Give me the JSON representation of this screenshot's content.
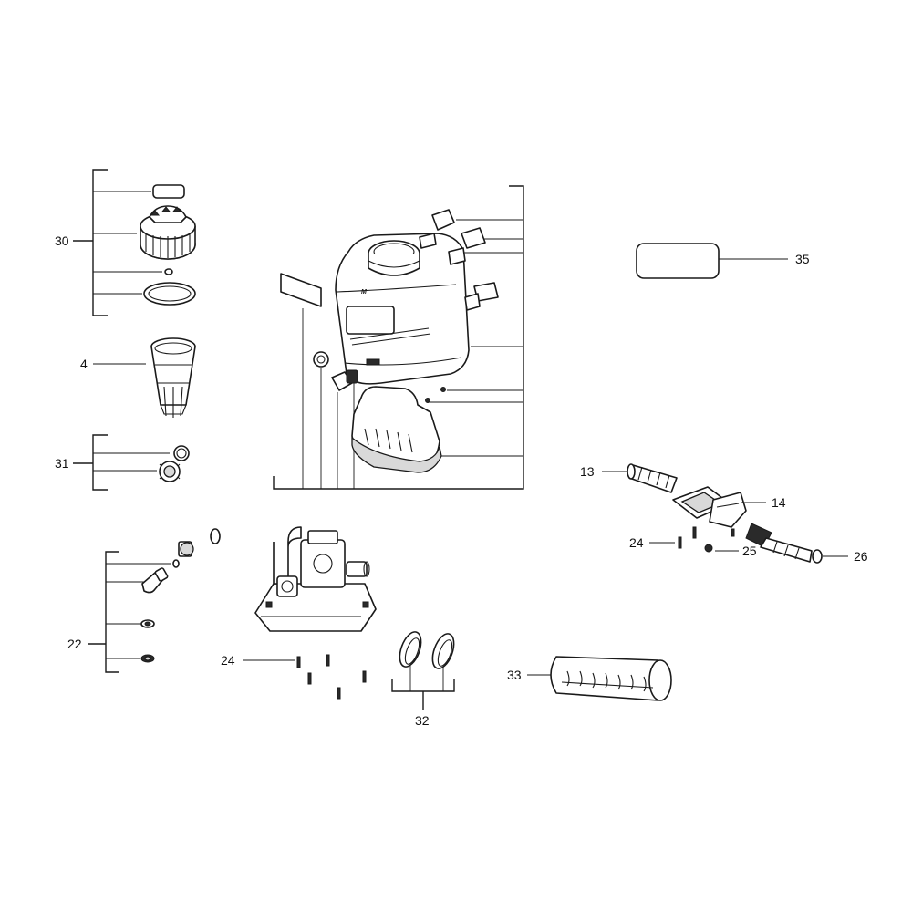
{
  "callouts": {
    "c30": "30",
    "c4": "4",
    "c31": "31",
    "c22": "22",
    "c24a": "24",
    "c32": "32",
    "c33": "33",
    "c35": "35",
    "c13": "13",
    "c14": "14",
    "c24b": "24",
    "c25": "25",
    "c26": "26"
  },
  "colors": {
    "line": "#1a1a1a",
    "background": "#ffffff"
  }
}
